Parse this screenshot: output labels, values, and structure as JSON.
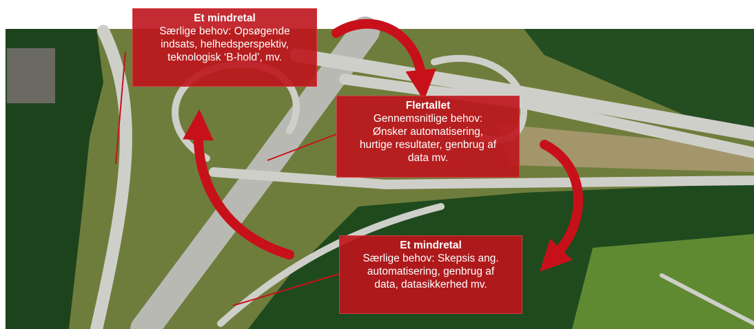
{
  "boxes": {
    "top_left": {
      "title": "Et mindretal",
      "lines": [
        "Særlige behov: Opsøgende",
        "indsats, helhedsperspektiv,",
        "teknologisk ‘B-hold’, mv."
      ]
    },
    "center": {
      "title": "Flertallet",
      "lines": [
        "Gennemsnitlige behov:",
        "Ønsker automatisering,",
        "hurtige resultater, genbrug af",
        "data mv."
      ]
    },
    "bottom_right": {
      "title": "Et mindretal",
      "lines": [
        "Særlige behov: Skepsis ang.",
        "automatisering, genbrug af",
        "data, datasikkerhed mv."
      ]
    }
  },
  "colors": {
    "box_fill": "#be141c",
    "arrow": "#c8101a",
    "forest": "#1f4a1f",
    "road": "#c9c9c4",
    "grass": "#7a8a3a"
  }
}
